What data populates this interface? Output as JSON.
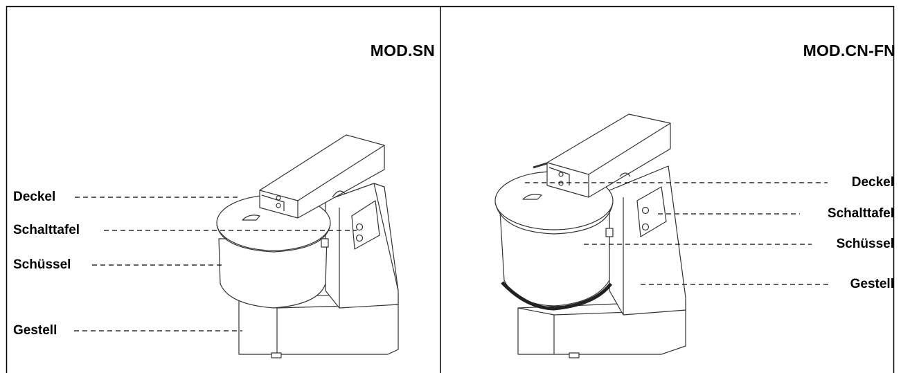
{
  "left_panel": {
    "title": "MOD.SN",
    "labels": [
      "Deckel",
      "Schalttafel",
      "Schüssel",
      "Gestell"
    ]
  },
  "right_panel": {
    "title": "MOD.CN-FN",
    "labels": [
      "Deckel",
      "Schalttafel",
      "Schüssel",
      "Gestell"
    ]
  }
}
